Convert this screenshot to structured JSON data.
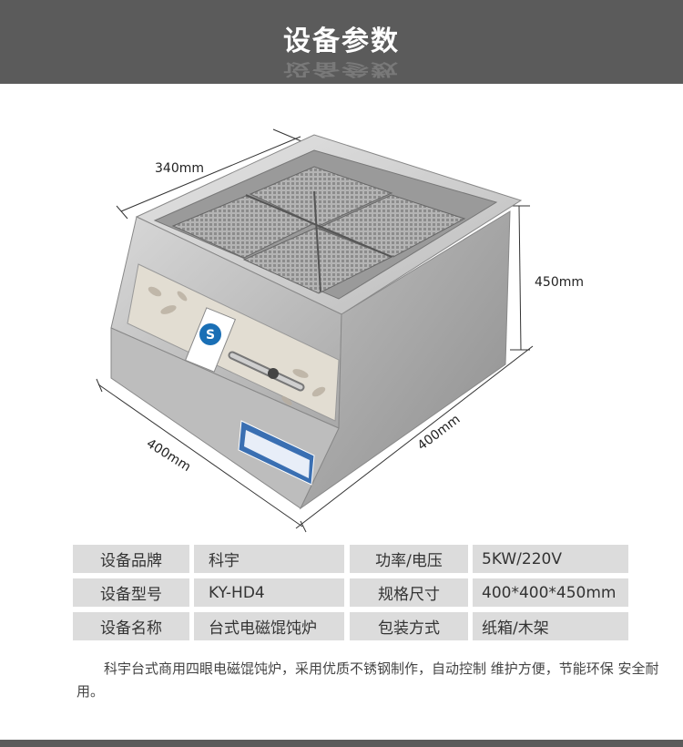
{
  "header": {
    "title": "设备参数"
  },
  "dimensions": {
    "top": "340mm",
    "right": "450mm",
    "bottom_left": "400mm",
    "bottom_right": "400mm"
  },
  "specs": {
    "rows": [
      {
        "label": "设备品牌",
        "value": "科宇",
        "label2": "功率/电压",
        "value2": "5KW/220V"
      },
      {
        "label": "设备型号",
        "value": "KY-HD4",
        "label2": "规格尺寸",
        "value2": "400*400*450mm"
      },
      {
        "label": "设备名称",
        "value": "台式电磁馄饨炉",
        "label2": "包装方式",
        "value2": "纸箱/木架"
      }
    ]
  },
  "description": "科宇台式商用四眼电磁馄饨炉，采用优质不锈钢制作，自动控制 维护方便，节能环保 安全耐用。",
  "colors": {
    "header_bg": "#5b5b5b",
    "cell_bg": "#dcdcdc",
    "steel": "#c9c9c9"
  }
}
